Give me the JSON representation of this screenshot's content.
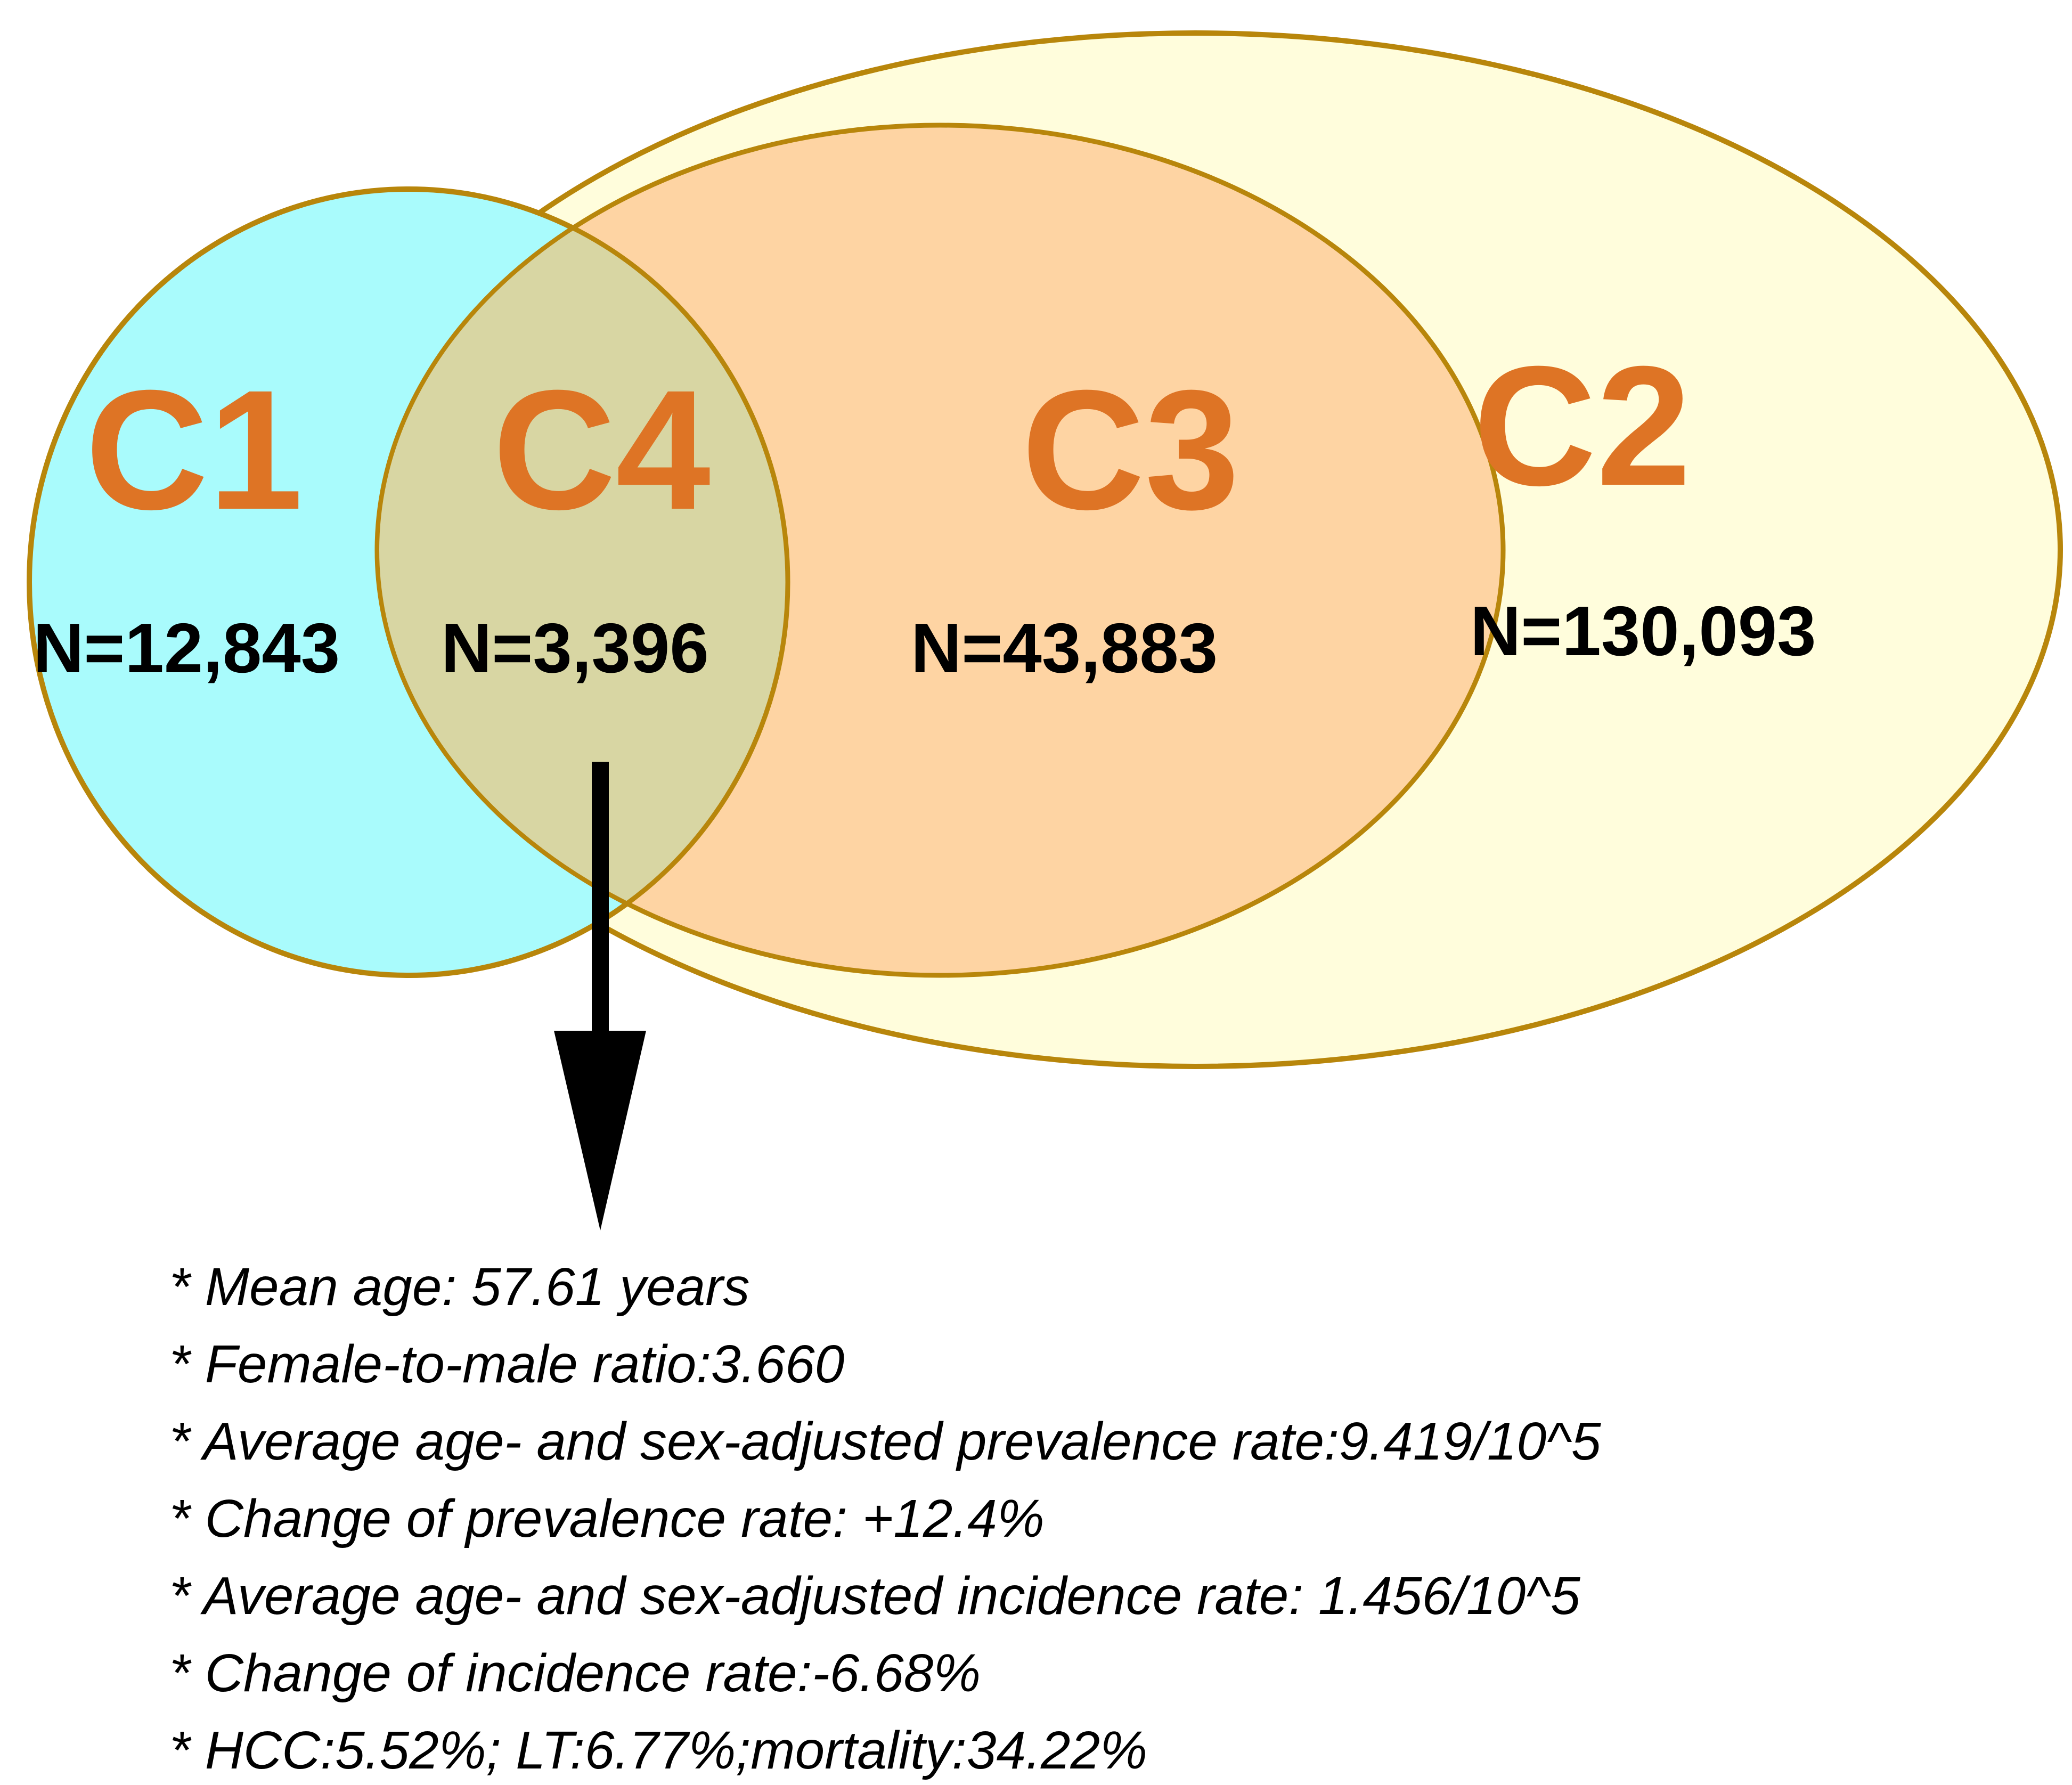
{
  "colors": {
    "outline": "#b8860b",
    "c1_fill": "#a9fbfc",
    "c2_fill": "#fffddc",
    "c3_fill": "#fed4a3",
    "c4_fill": "#d8d6a3",
    "label_color": "#de7425",
    "arrow": "#000000"
  },
  "regions": [
    {
      "id": "c1",
      "label": "C1",
      "count": "N=12,843"
    },
    {
      "id": "c4",
      "label": "C4",
      "count": "N=3,396"
    },
    {
      "id": "c3",
      "label": "C3",
      "count": "N=43,883"
    },
    {
      "id": "c2",
      "label": "C2",
      "count": "N=130,093"
    }
  ],
  "c4_details": [
    "* Mean age: 57.61 years",
    "* Female-to-male ratio:3.660",
    "* Average age- and sex-adjusted prevalence rate:9.419/10^5",
    "* Change of prevalence rate: +12.4%",
    "* Average age- and sex-adjusted incidence rate: 1.456/10^5",
    "* Change of incidence rate:-6.68%",
    "* HCC:5.52%; LT:6.77%;mortality:34.22%"
  ]
}
